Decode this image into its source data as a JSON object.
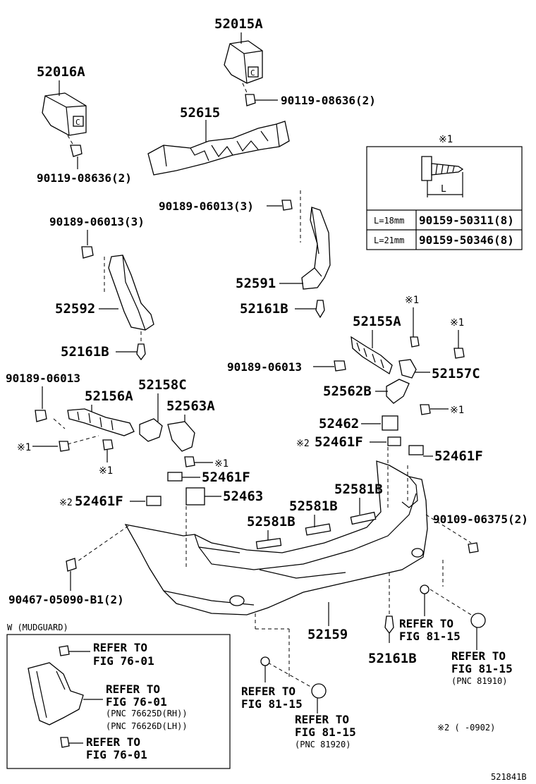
{
  "labels": {
    "p52015A": "52015A",
    "p52016A": "52016A",
    "bolt_top_right": "90119-08636(2)",
    "bolt_top_left": "90119-08636(2)",
    "p52615": "52615",
    "clip_mid_right": "90189-06013(3)",
    "clip_mid_left": "90189-06013(3)",
    "p52591": "52591",
    "p52592": "52592",
    "p52161B_a": "52161B",
    "p52161B_b": "52161B",
    "p52155A": "52155A",
    "clip_single_a": "90189-06013",
    "clip_single_b": "90189-06013",
    "p52157C": "52157C",
    "p52562B": "52562B",
    "p52156A": "52156A",
    "p52158C": "52158C",
    "p52563A": "52563A",
    "p52462": "52462",
    "p52461F_a": "52461F",
    "p52461F_b": "52461F",
    "p52461F_c": "52461F",
    "p52461F_d": "52461F",
    "p52463": "52463",
    "p52581B_a": "52581B",
    "p52581B_b": "52581B",
    "p52581B_c": "52581B",
    "screw_right": "90109-06375(2)",
    "p90467": "90467-05090-B1(2)",
    "p52159": "52159",
    "p52161B_c": "52161B",
    "refer_right_top_1": "REFER TO",
    "refer_right_top_2": "FIG 81-15",
    "refer_right_bot_1": "REFER TO",
    "refer_right_bot_2": "FIG 81-15",
    "pnc_81910": "(PNC 81910)",
    "refer_mid_1": "REFER TO",
    "refer_mid_2": "FIG 81-15",
    "refer_center_1": "REFER TO",
    "refer_center_2": "FIG 81-15",
    "pnc_81920": "(PNC 81920)",
    "note_2": "※2 (      -0902)",
    "diagram_id": "521841B",
    "mark1": "※1",
    "mark2": "※2"
  },
  "table": {
    "header_mark": "※1",
    "dim_label": "L",
    "rows": [
      {
        "length": "L=18mm",
        "part": "90159-50311(8)"
      },
      {
        "length": "L=21mm",
        "part": "90159-50346(8)"
      }
    ]
  },
  "mudguard": {
    "title": "W (MUDGUARD)",
    "r1a": "REFER TO",
    "r1b": "FIG 76-01",
    "r2a": "REFER TO",
    "r2b": "FIG 76-01",
    "pnc_rh": "(PNC 76625D(RH))",
    "pnc_lh": "(PNC 76626D(LH))",
    "r3a": "REFER TO",
    "r3b": "FIG 76-01"
  }
}
